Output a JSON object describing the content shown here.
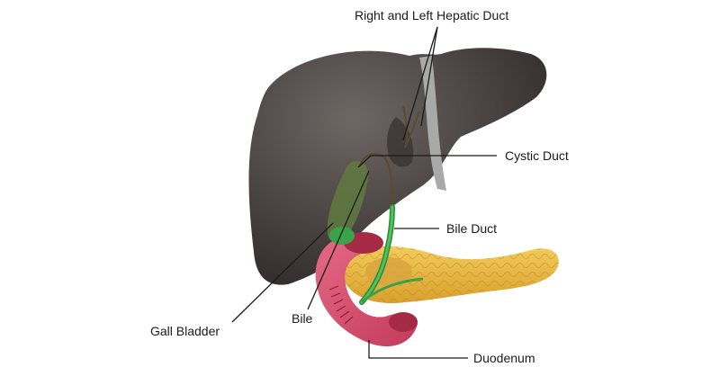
{
  "diagram": {
    "labels": {
      "hepatic_ducts": "Right and Left Hepatic Duct",
      "cystic_duct": "Cystic Duct",
      "bile_duct": "Bile Duct",
      "gall_bladder": "Gall Bladder",
      "bile": "Bile",
      "duodenum": "Duodenum"
    },
    "colors": {
      "liver": "#4a4442",
      "liver_highlight": "#6e6764",
      "ligament": "#a9a9a9",
      "gall_bladder": "#5f7a3f",
      "bile_duct": "#3aa349",
      "duodenum": "#d64b6b",
      "duodenum_inner": "#a42a45",
      "pancreas": "#e8b53c",
      "pancreas_dark": "#c98f20"
    }
  }
}
